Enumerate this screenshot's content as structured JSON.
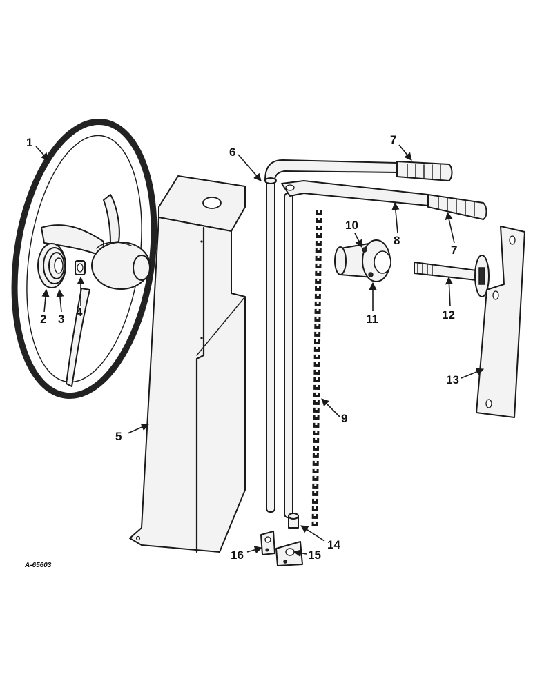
{
  "drawing_ref": "A-65603",
  "callouts": [
    {
      "label": "1"
    },
    {
      "label": "2"
    },
    {
      "label": "3"
    },
    {
      "label": "4"
    },
    {
      "label": "5"
    },
    {
      "label": "6"
    },
    {
      "label": "7"
    },
    {
      "label": "7"
    },
    {
      "label": "8"
    },
    {
      "label": "9"
    },
    {
      "label": "10"
    },
    {
      "label": "11"
    },
    {
      "label": "12"
    },
    {
      "label": "13"
    },
    {
      "label": "14"
    },
    {
      "label": "15"
    },
    {
      "label": "16"
    }
  ]
}
